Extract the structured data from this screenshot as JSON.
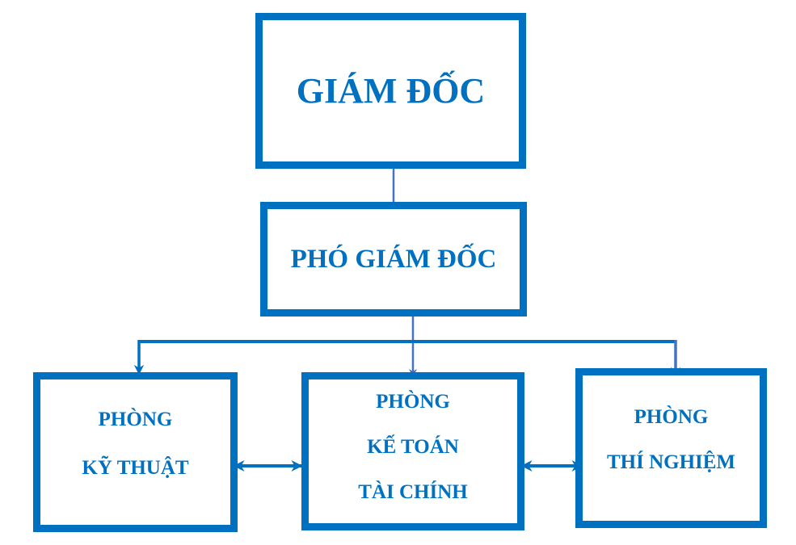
{
  "diagram": {
    "type": "org-chart",
    "accent_color": "#0070C0",
    "connector_color": "#4472C4",
    "nodes": {
      "director": {
        "lines": [
          "GIÁM ĐỐC"
        ]
      },
      "deputy_director": {
        "lines": [
          "PHÓ GIÁM ĐỐC"
        ]
      },
      "technical_dept": {
        "lines": [
          "PHÒNG",
          "KỸ THUẬT"
        ]
      },
      "finance_dept": {
        "lines": [
          "PHÒNG",
          "KẾ TOÁN",
          "TÀI CHÍNH"
        ]
      },
      "lab_dept": {
        "lines": [
          "PHÒNG",
          "THÍ NGHIỆM"
        ]
      }
    },
    "edges": [
      {
        "from": "director",
        "to": "deputy_director",
        "type": "arrow"
      },
      {
        "from": "deputy_director",
        "to": "technical_dept",
        "type": "arrow"
      },
      {
        "from": "deputy_director",
        "to": "finance_dept",
        "type": "arrow"
      },
      {
        "from": "deputy_director",
        "to": "lab_dept",
        "type": "arrow"
      },
      {
        "from": "technical_dept",
        "to": "finance_dept",
        "type": "double-arrow"
      },
      {
        "from": "finance_dept",
        "to": "lab_dept",
        "type": "double-arrow"
      }
    ]
  }
}
